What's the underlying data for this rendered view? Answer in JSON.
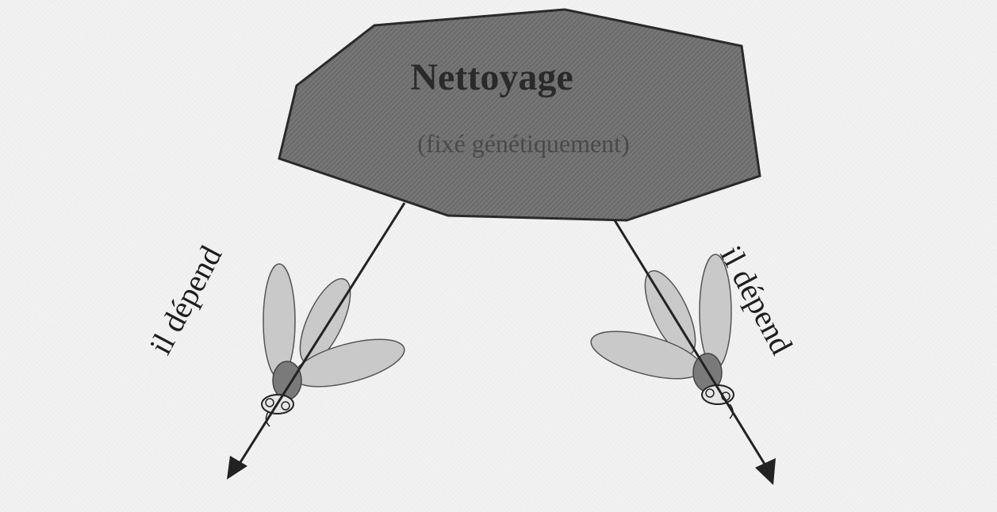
{
  "diagram": {
    "box_title": "Nettoyage",
    "box_subtitle": "(fixé génétiquement)",
    "left_arrow_label": "il dépend",
    "right_arrow_label": "il dépend"
  },
  "colors": {
    "background": "#f2f2f2",
    "box_fill": "#6e6e6e",
    "box_text": "#2a2a2a",
    "arrow": "#222222",
    "wing": "#c8c8c8",
    "body": "#7a7a7a"
  },
  "icons": {
    "left_insect": "fly-icon",
    "right_insect": "fly-icon"
  }
}
